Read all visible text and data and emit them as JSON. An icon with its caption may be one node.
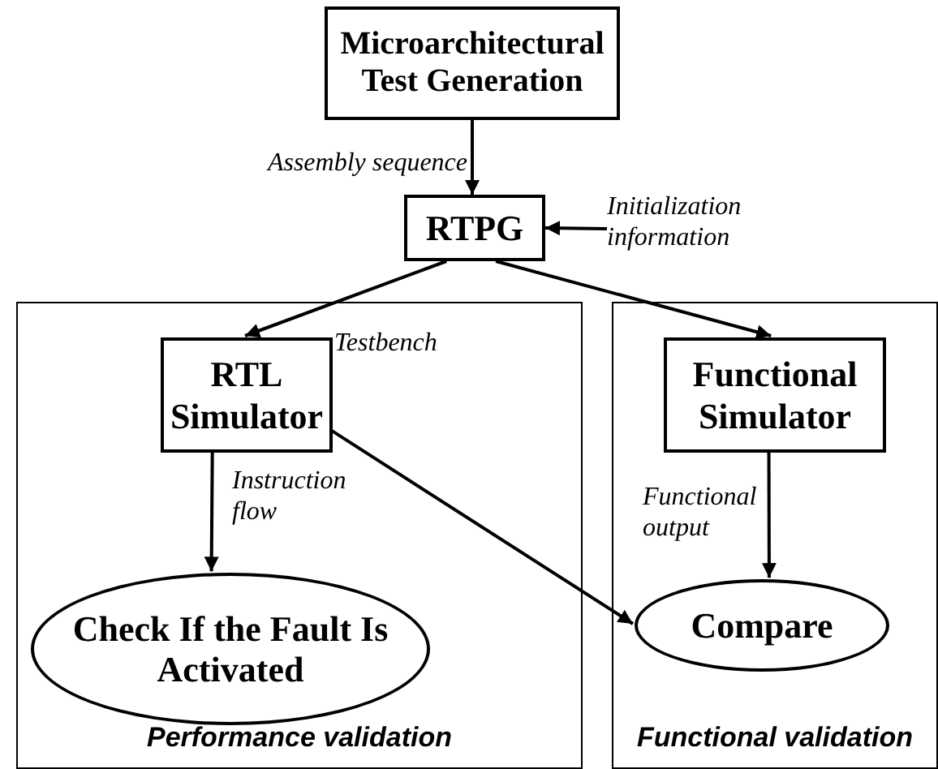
{
  "diagram": {
    "nodes": [
      {
        "text": [
          "Microarchitectural Test Generation"
        ]
      },
      {
        "text": [
          "RTPG"
        ]
      },
      {
        "text": [
          "Performance validation"
        ]
      },
      {
        "text": [
          "RTL Simulator"
        ],
        "in": 2
      },
      {
        "text": [
          "Check If the Fault Is Activated"
        ],
        "in": 2
      },
      {
        "text": [
          "Functional validation"
        ]
      },
      {
        "text": [
          "Functional Simulator"
        ],
        "in": 5
      },
      {
        "text": [
          "Compare"
        ],
        "in": 5
      }
    ],
    "edges": [
      {
        "from": 0,
        "to": 1,
        "arrow": "to",
        "label": "Assembly sequence"
      },
      {
        "from": null,
        "to": 1,
        "arrow": "to",
        "label": "Initialization information"
      },
      {
        "from": 1,
        "to": 3,
        "arrow": "to",
        "label": "Testbench"
      },
      {
        "from": 1,
        "to": 6,
        "arrow": "to"
      },
      {
        "from": 3,
        "to": 4,
        "arrow": "to",
        "label": "Instruction flow"
      },
      {
        "from": 3,
        "to": 7,
        "arrow": "to"
      },
      {
        "from": 6,
        "to": 7,
        "arrow": "to",
        "label": "Functional output"
      }
    ]
  }
}
